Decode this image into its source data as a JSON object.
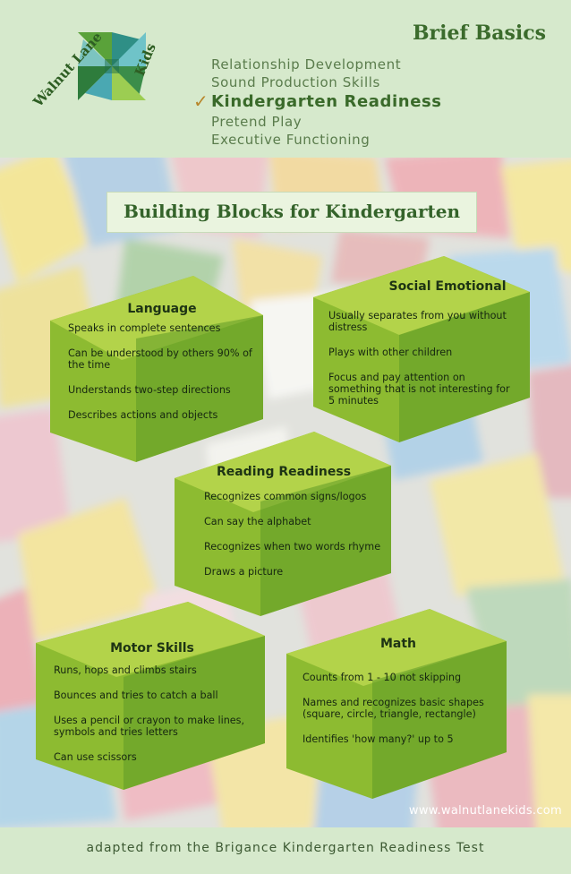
{
  "header": {
    "logo_text_top": "Walnut Lane",
    "logo_text_side": "Kids",
    "brief_title": "Brief Basics",
    "nav": [
      {
        "label": "Relationship Development",
        "active": false
      },
      {
        "label": "Sound Production Skills",
        "active": false
      },
      {
        "label": "Kindergarten Readiness",
        "active": true
      },
      {
        "label": "Pretend Play",
        "active": false
      },
      {
        "label": "Executive Functioning",
        "active": false
      }
    ],
    "check_glyph": "✓"
  },
  "main": {
    "title": "Building Blocks for Kindergarten",
    "blocks": {
      "language": {
        "title": "Language",
        "items": [
          "Speaks in complete sentences",
          "Can be understood by others 90% of the time",
          "Understands two-step directions",
          "Describes actions and objects"
        ]
      },
      "social": {
        "title": "Social Emotional",
        "items": [
          "Usually separates from you without distress",
          "Plays with other children",
          "Focus and pay attention on something that is not interesting for 5 minutes"
        ]
      },
      "reading": {
        "title": "Reading Readiness",
        "items": [
          "Recognizes common signs/logos",
          "Can say the alphabet",
          "Recognizes when two words rhyme",
          "Draws a picture"
        ]
      },
      "motor": {
        "title": "Motor Skills",
        "items": [
          "Runs, hops and climbs stairs",
          "Bounces and tries to catch a ball",
          "Uses a pencil or crayon to make lines, symbols and tries letters",
          "Can use scissors"
        ]
      },
      "math": {
        "title": "Math",
        "items": [
          "Counts from 1 - 10 not skipping",
          "Names and recognizes basic shapes (square, circle, triangle, rectangle)",
          "Identifies 'how many?' up to 5"
        ]
      }
    }
  },
  "website": "www.walnutlanekids.com",
  "footer": {
    "text": "adapted from the Brigance Kindergarten Readiness Test"
  },
  "colors": {
    "header_bg": "#d6e9cc",
    "cube_top": "#b3d34a",
    "cube_front": "#8dbb31",
    "cube_side": "#5f9a26",
    "title_green": "#34632a",
    "check": "#b8862a"
  }
}
